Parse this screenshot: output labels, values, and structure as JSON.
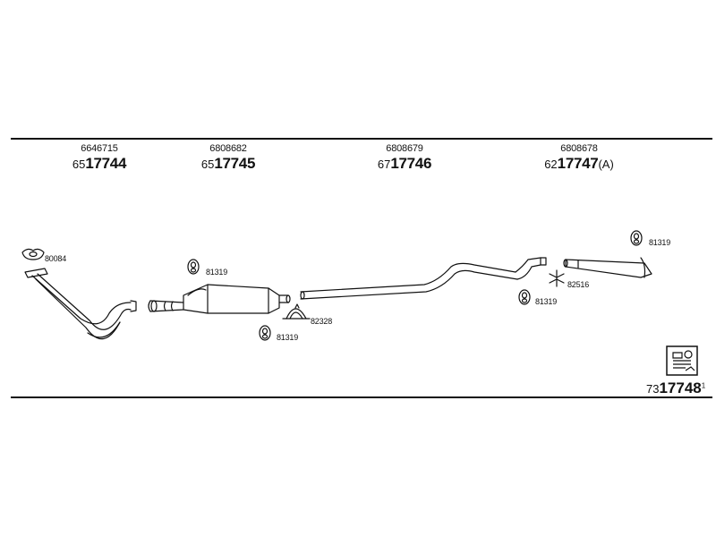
{
  "sections": [
    {
      "oem": "6646715",
      "prefix": "65",
      "code": "17744",
      "suffix": ""
    },
    {
      "oem": "6808682",
      "prefix": "65",
      "code": "17745",
      "suffix": ""
    },
    {
      "oem": "6808679",
      "prefix": "67",
      "code": "17746",
      "suffix": ""
    },
    {
      "oem": "6808678",
      "prefix": "62",
      "code": "17747",
      "suffix": "(A)"
    }
  ],
  "part_labels": {
    "gasket": "80084",
    "rubber_mount_front": "81319",
    "rubber_mount_lower": "81319",
    "clamp": "82328",
    "rubber_mount_mid": "81319",
    "bracket": "82516",
    "rubber_mount_rear": "81319"
  },
  "footer": {
    "prefix": "73",
    "code": "17748",
    "superscript": "1"
  },
  "icons": {
    "catalog": "catalog-book-icon"
  }
}
